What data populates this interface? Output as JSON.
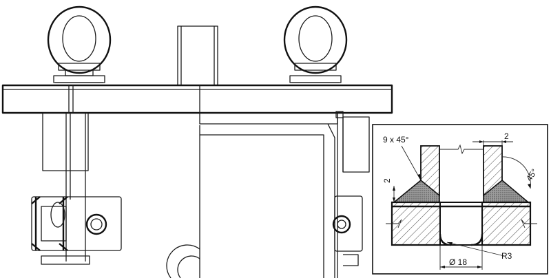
{
  "detail": {
    "chamfer_label": "9 x 45°",
    "gap_label": "2",
    "left_height_label": "2",
    "angle_label": "45°",
    "diameter_label": "Ø 18",
    "radius_label": "R3"
  },
  "colors": {
    "line": "#1a1a1a",
    "weld_fill": "#9a9a9a",
    "background": "#ffffff"
  }
}
